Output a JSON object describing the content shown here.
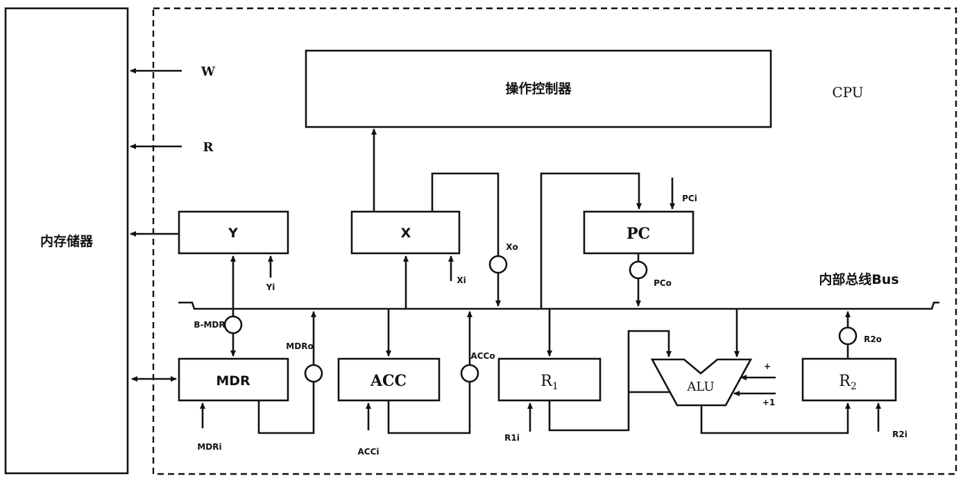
{
  "memory": {
    "label": "内存储器"
  },
  "cpu": {
    "label": "CPU"
  },
  "controller": {
    "label": "操作控制器"
  },
  "bus": {
    "label": "内部总线Bus"
  },
  "signals": {
    "write": "W",
    "read": "R",
    "y_in": "Yi",
    "x_in": "Xi",
    "x_out": "Xo",
    "pc_in": "PCi",
    "pc_out": "PCo",
    "bus_mdr": "B-MDR",
    "mdr_out": "MDRo",
    "mdr_in": "MDRi",
    "acc_out": "ACCo",
    "acc_in": "ACCi",
    "r1_in": "R1i",
    "r2_out": "R2o",
    "r2_in": "R2i",
    "alu_plus": "+",
    "alu_plus_one": "+1"
  },
  "registers": {
    "y": "Y",
    "x": "X",
    "pc": "PC",
    "mdr": "MDR",
    "acc": "ACC",
    "r1": "R",
    "r1_sub": "1",
    "r2": "R",
    "r2_sub": "2",
    "alu": "ALU"
  }
}
